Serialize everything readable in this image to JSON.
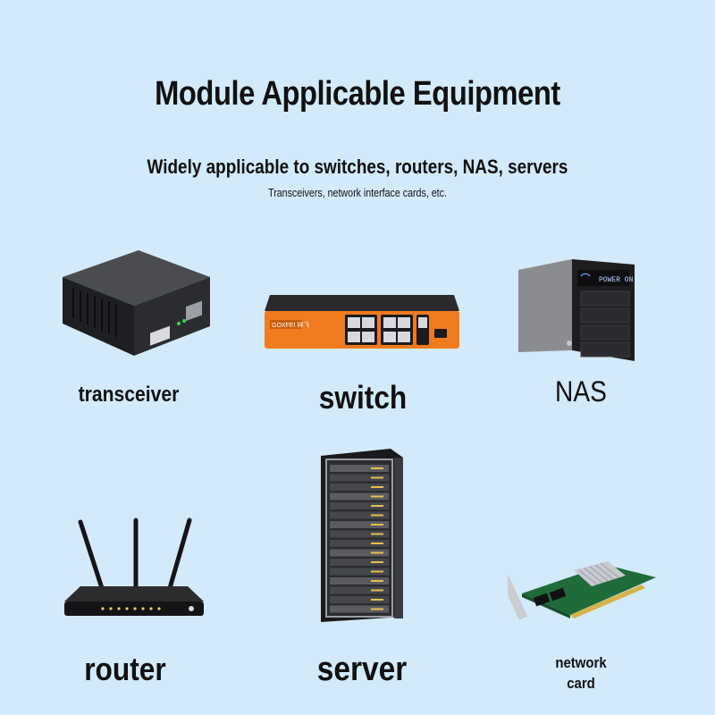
{
  "header": {
    "title": "Module Applicable Equipment",
    "subtitle": "Widely applicable to switches, routers, NAS, servers",
    "note": "Transceivers, network interface cards, etc."
  },
  "devices": [
    {
      "id": "transceiver",
      "label": "transceiver",
      "icon": "media-converter-icon"
    },
    {
      "id": "switch",
      "label": "switch",
      "icon": "network-switch-icon",
      "brand_text": "GOXFEI 祥飞"
    },
    {
      "id": "nas",
      "label": "NAS",
      "icon": "nas-icon",
      "screen_text": "POWER ON"
    },
    {
      "id": "router",
      "label": "router",
      "icon": "router-icon"
    },
    {
      "id": "server",
      "label": "server",
      "icon": "server-rack-icon"
    },
    {
      "id": "nic",
      "label_line1": "network",
      "label_line2": "card",
      "icon": "network-card-icon"
    }
  ],
  "colors": {
    "background": "#d3eafa",
    "switch_orange": "#f07a1e",
    "nic_pcb": "#1f6b3a",
    "device_dark": "#1c1c1e"
  }
}
